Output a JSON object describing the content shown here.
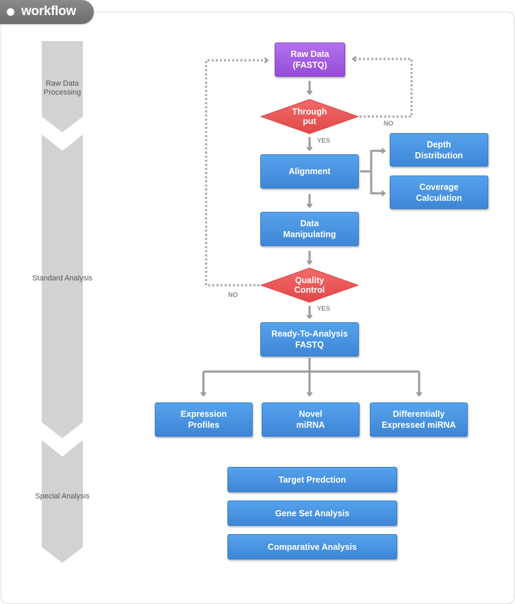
{
  "header": {
    "title": "workflow"
  },
  "stages": [
    {
      "label": "Raw Data\nProcessing"
    },
    {
      "label": "Standard\nAnalysis"
    },
    {
      "label": "Special\nAnalysis"
    }
  ],
  "nodes": {
    "raw_data": "Raw Data\n(FASTQ)",
    "throughput": "Through\nput",
    "alignment": "Alignment",
    "depth": "Depth\nDistribution",
    "coverage": "Coverage\nCalculation",
    "manipulating": "Data\nManipulating",
    "quality": "Quality\nControl",
    "ready": "Ready-To-Analysis\nFASTQ",
    "expression": "Expression\nProfiles",
    "novel": "Novel\nmiRNA",
    "differential": "Differentially\nExpressed miRNA",
    "target": "Target Predction",
    "gene_set": "Gene Set Analysis",
    "comparative": "Comparative Analysis"
  },
  "edge_labels": {
    "throughput_yes": "YES",
    "throughput_no": "NO",
    "quality_yes": "YES",
    "quality_no": "NO"
  },
  "colors": {
    "box_blue": "#4a93e2",
    "box_purple": "#a55fe4",
    "diamond_red": "#ef5b5b",
    "stage_gray": "#d2d2d2",
    "arrow_gray": "#9a9a9a"
  }
}
